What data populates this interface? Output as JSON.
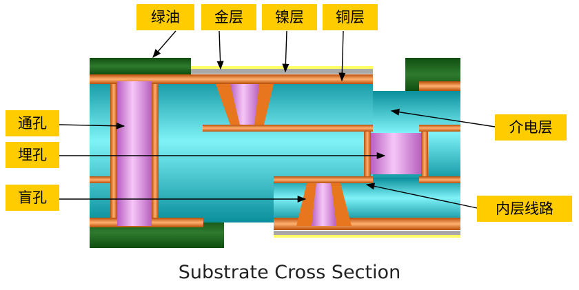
{
  "labels": {
    "solder_mask": "绿油",
    "gold_layer": "金层",
    "nickel_layer": "镍层",
    "copper_layer": "铜层",
    "through_hole": "通孔",
    "buried_hole": "埋孔",
    "blind_hole": "盲孔",
    "dielectric": "介电层",
    "inner_trace": "内层线路"
  },
  "caption": "Substrate Cross Section",
  "colors": {
    "label_bg": "#ffcc00",
    "dielectric": "#19c8d6",
    "copper": "#e8761e",
    "via_fill": "#e28ee6",
    "solder_mask": "#1e5a1e",
    "gold": "#ffff66",
    "nickel": "#a8a8a8"
  }
}
